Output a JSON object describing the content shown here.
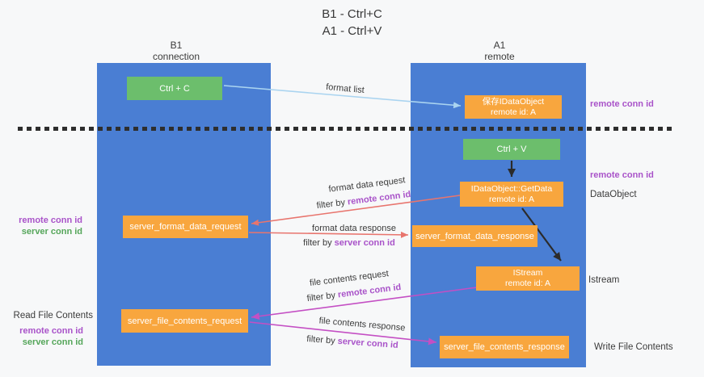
{
  "title": {
    "line1": "B1 - Ctrl+C",
    "line2": "A1 - Ctrl+V"
  },
  "columns": {
    "b1": {
      "name": "B1",
      "subtitle": "connection"
    },
    "a1": {
      "name": "A1",
      "subtitle": "remote"
    }
  },
  "boxes": {
    "ctrl_c": {
      "label": "Ctrl + C"
    },
    "ctrl_v": {
      "label": "Ctrl + V"
    },
    "save_dataobject": {
      "line1": "保存IDataObject",
      "line2": "remote id: A"
    },
    "getdata": {
      "line1": "IDataObject::GetData",
      "line2": "remote id: A"
    },
    "server_format_data_request": {
      "label": "server_format_data_request"
    },
    "server_format_data_response": {
      "label": "server_format_data_response"
    },
    "istream": {
      "line1": "IStream",
      "line2": "remote id: A"
    },
    "server_file_contents_request": {
      "label": "server_file_contents_request"
    },
    "server_file_contents_response": {
      "label": "server_file_contents_response"
    }
  },
  "side_labels": {
    "remote_conn_id": "remote conn id",
    "server_conn_id": "server conn id",
    "dataobject": "DataObject",
    "istream": "Istream",
    "read_file_contents": "Read File Contents",
    "write_file_contents": "Write File Contents"
  },
  "flow_labels": {
    "format_list": "format list",
    "format_data_request": "format data request",
    "format_data_response": "format data response",
    "file_contents_request": "file contents request",
    "file_contents_response": "file contents response",
    "filter_by": "filter by"
  },
  "palette": {
    "column_blue": "#4a7ed3",
    "box_green": "#6cbe6c",
    "box_orange": "#f8a63e",
    "arrow_light_blue": "#aad4f0",
    "arrow_salmon": "#e8756e",
    "arrow_magenta": "#c44fc4",
    "arrow_black": "#2b2b2b",
    "text_purple": "#a953c9",
    "text_green": "#55a65a",
    "divider_black": "#2e2e2e"
  }
}
